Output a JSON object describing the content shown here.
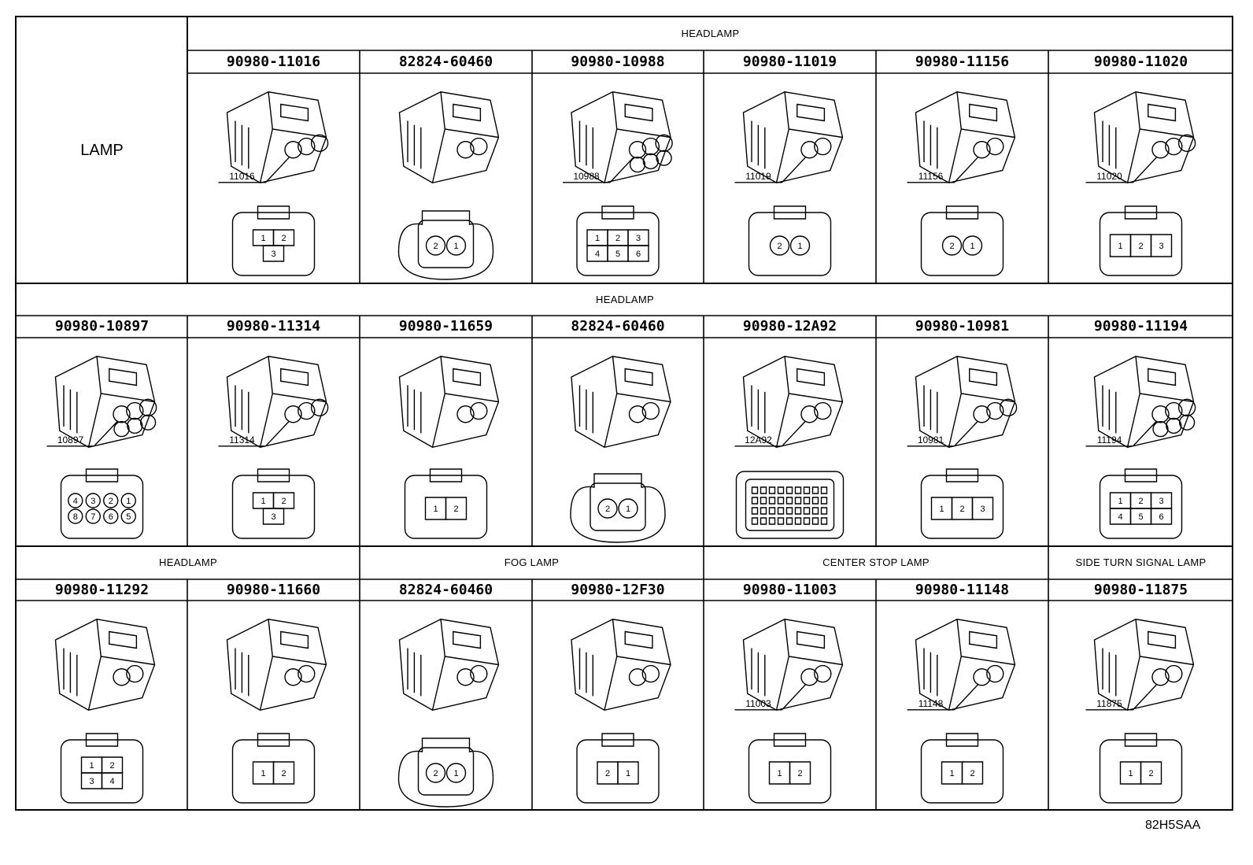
{
  "lamp_label": "LAMP",
  "drawing_code": "82H5SAA",
  "rows": [
    {
      "sections": [
        {
          "label": "HEADLAMP",
          "cols": [
            1,
            6
          ]
        }
      ],
      "cells": [
        {
          "col": 1,
          "part_number": "90980-11016",
          "callout": "11016",
          "pins_label": [
            "1",
            "2",
            "3"
          ],
          "style": "3pin-tri"
        },
        {
          "col": 2,
          "part_number": "82824-60460",
          "callout": "",
          "pins_label": [
            "2",
            "1"
          ],
          "style": "2round"
        },
        {
          "col": 3,
          "part_number": "90980-10988",
          "callout": "10988",
          "pins_label": [
            "1",
            "2",
            "3",
            "4",
            "5",
            "6"
          ],
          "style": "6pin"
        },
        {
          "col": 4,
          "part_number": "90980-11019",
          "callout": "11019",
          "pins_label": [
            "2",
            "1"
          ],
          "style": "2small"
        },
        {
          "col": 5,
          "part_number": "90980-11156",
          "callout": "11156",
          "pins_label": [
            "2",
            "1"
          ],
          "style": "2oval"
        },
        {
          "col": 6,
          "part_number": "90980-11020",
          "callout": "11020",
          "pins_label": [
            "1",
            "2",
            "3"
          ],
          "style": "3flat"
        }
      ]
    },
    {
      "sections": [
        {
          "label": "HEADLAMP",
          "cols": [
            0,
            6
          ]
        }
      ],
      "cells": [
        {
          "col": 0,
          "part_number": "90980-10897",
          "callout": "10897",
          "pins_label": [
            "4",
            "3",
            "2",
            "1",
            "8",
            "7",
            "6",
            "5"
          ],
          "style": "8round"
        },
        {
          "col": 1,
          "part_number": "90980-11314",
          "callout": "11314",
          "pins_label": [
            "1",
            "2",
            "3"
          ],
          "style": "3block"
        },
        {
          "col": 2,
          "part_number": "90980-11659",
          "callout": "",
          "pins_label": [
            "1",
            "2"
          ],
          "style": "2clip"
        },
        {
          "col": 3,
          "part_number": "82824-60460",
          "callout": "",
          "pins_label": [
            "2",
            "1"
          ],
          "style": "2round"
        },
        {
          "col": 4,
          "part_number": "90980-12A92",
          "callout": "12A92",
          "pins_label": [],
          "style": "multi"
        },
        {
          "col": 5,
          "part_number": "90980-10981",
          "callout": "10981",
          "pins_label": [
            "1",
            "2",
            "3"
          ],
          "style": "3flat"
        },
        {
          "col": 6,
          "part_number": "90980-11194",
          "callout": "11194",
          "pins_label": [
            "1",
            "2",
            "3",
            "4",
            "5",
            "6"
          ],
          "style": "6pin"
        }
      ]
    },
    {
      "sections": [
        {
          "label": "HEADLAMP",
          "cols": [
            0,
            1
          ]
        },
        {
          "label": "FOG LAMP",
          "cols": [
            2,
            3
          ]
        },
        {
          "label": "CENTER STOP LAMP",
          "cols": [
            4,
            5
          ]
        },
        {
          "label": "SIDE TURN SIGNAL LAMP",
          "cols": [
            6,
            6
          ]
        }
      ],
      "cells": [
        {
          "col": 0,
          "part_number": "90980-11292",
          "callout": "",
          "pins_label": [
            "1",
            "2",
            "3",
            "4"
          ],
          "style": "4square"
        },
        {
          "col": 1,
          "part_number": "90980-11660",
          "callout": "",
          "pins_label": [
            "1",
            "2"
          ],
          "style": "2clip"
        },
        {
          "col": 2,
          "part_number": "82824-60460",
          "callout": "",
          "pins_label": [
            "2",
            "1"
          ],
          "style": "2round"
        },
        {
          "col": 3,
          "part_number": "90980-12F30",
          "callout": "",
          "pins_label": [
            "2",
            "1"
          ],
          "style": "2tiny"
        },
        {
          "col": 4,
          "part_number": "90980-11003",
          "callout": "11003",
          "pins_label": [
            "1",
            "2"
          ],
          "style": "2rect"
        },
        {
          "col": 5,
          "part_number": "90980-11148",
          "callout": "11148",
          "pins_label": [
            "1",
            "2"
          ],
          "style": "2wide"
        },
        {
          "col": 6,
          "part_number": "90980-11875",
          "callout": "11875",
          "pins_label": [
            "1",
            "2"
          ],
          "style": "2tiny"
        }
      ]
    }
  ]
}
